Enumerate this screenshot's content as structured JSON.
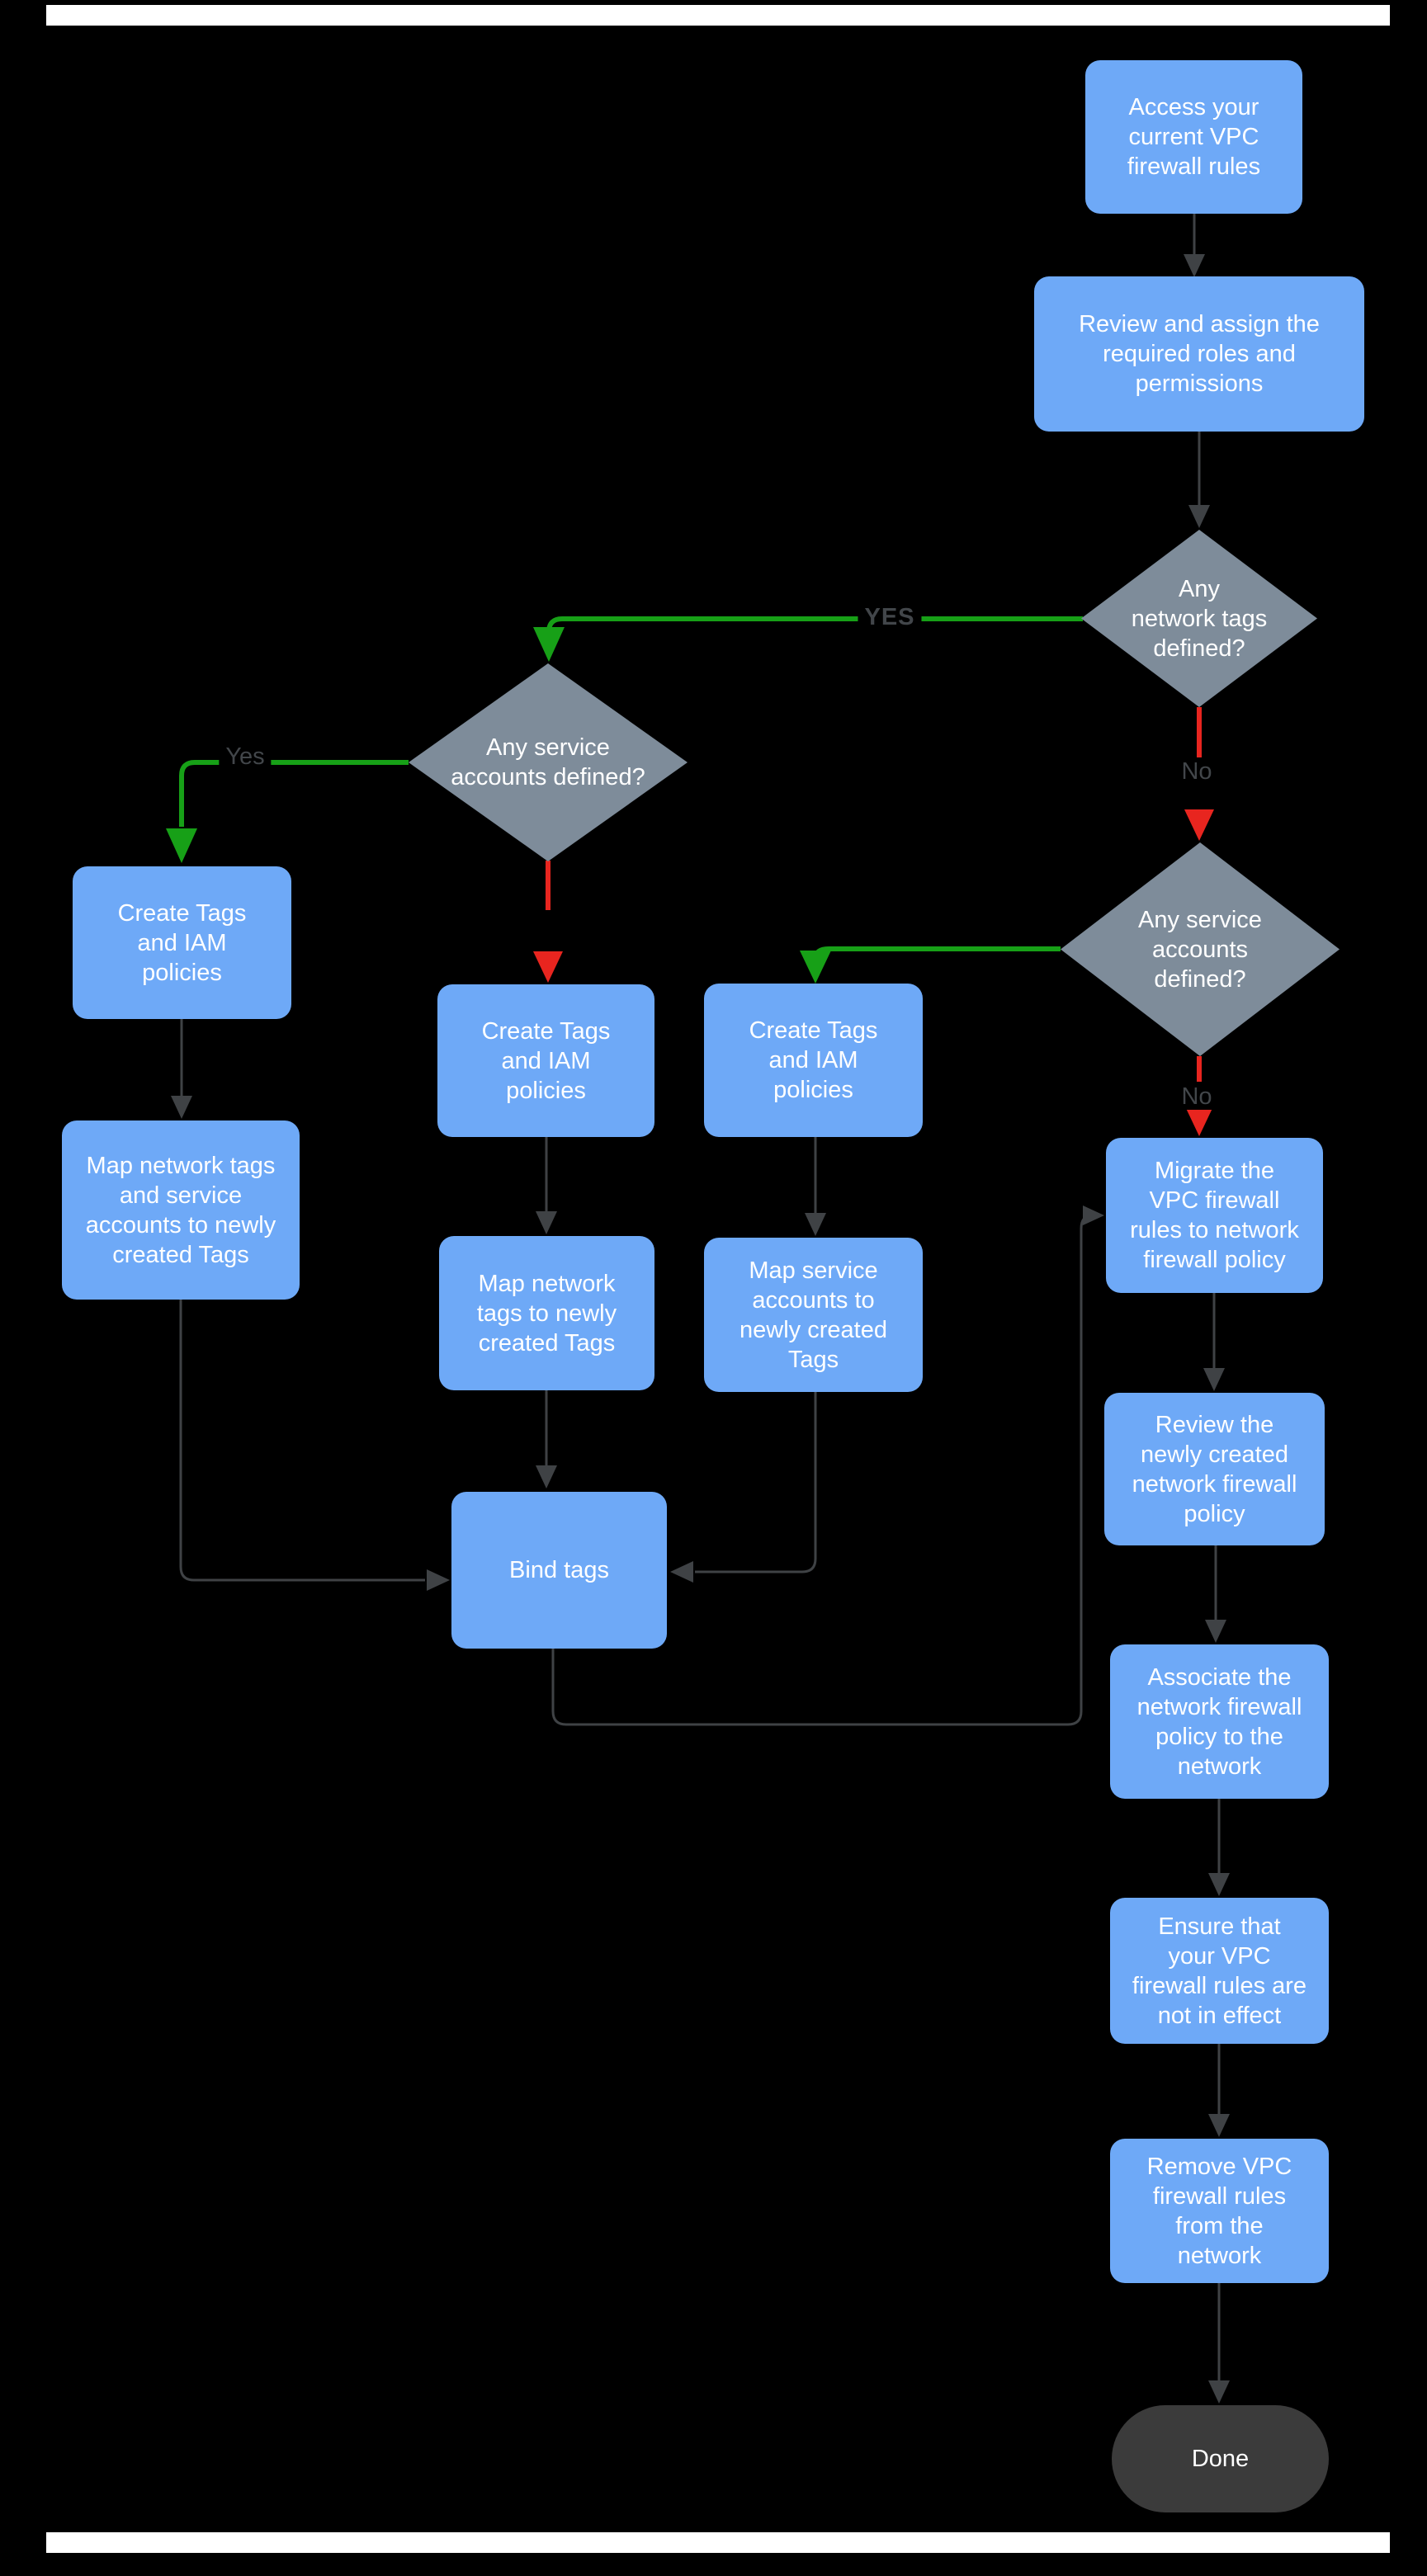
{
  "diagram": {
    "nodes": {
      "access": {
        "type": "process",
        "label": "Access your\ncurrent VPC\nfirewall rules"
      },
      "review_roles": {
        "type": "process",
        "label": "Review and assign the\nrequired roles and\npermissions"
      },
      "network_tags_defined": {
        "type": "decision",
        "label": "Any\nnetwork tags\ndefined?"
      },
      "service_accounts_defined_left": {
        "type": "decision",
        "label": "Any service\naccounts defined?"
      },
      "service_accounts_defined_right": {
        "type": "decision",
        "label": "Any service\naccounts\ndefined?"
      },
      "create_tags_left": {
        "type": "process",
        "label": "Create Tags\nand IAM\npolicies"
      },
      "map_both": {
        "type": "process",
        "label": "Map network tags\nand service\naccounts to newly\ncreated Tags"
      },
      "create_tags_mid": {
        "type": "process",
        "label": "Create Tags\nand IAM\npolicies"
      },
      "map_network_tags": {
        "type": "process",
        "label": "Map network\ntags to newly\ncreated Tags"
      },
      "create_tags_right": {
        "type": "process",
        "label": "Create Tags\nand IAM\npolicies"
      },
      "map_service_accounts": {
        "type": "process",
        "label": "Map service\naccounts  to\nnewly created\nTags"
      },
      "bind_tags": {
        "type": "process",
        "label": "Bind tags"
      },
      "migrate": {
        "type": "process",
        "label": "Migrate the\nVPC firewall\nrules to network\nfirewall policy"
      },
      "review_policy": {
        "type": "process",
        "label": "Review the\nnewly created\nnetwork firewall\npolicy"
      },
      "associate": {
        "type": "process",
        "label": "Associate the\nnetwork firewall\npolicy to the\nnetwork"
      },
      "ensure": {
        "type": "process",
        "label": "Ensure that\nyour VPC\nfirewall rules are\nnot in effect"
      },
      "remove": {
        "type": "process",
        "label": "Remove  VPC\nfirewall rules\nfrom the\nnetwork"
      },
      "done": {
        "type": "terminator",
        "label": "Done"
      }
    },
    "edge_labels": {
      "yes_network_tags": "YES",
      "yes_service_accounts": "Yes",
      "no_network_tags": "No",
      "no_service_accounts": "No"
    },
    "colors": {
      "process_fill": "#6EA9F7",
      "decision_fill": "#7E8C9A",
      "terminator_fill": "#3B3B3B",
      "node_text": "#FFFFFF",
      "edge_yes": "#17A017",
      "edge_no": "#E8251F",
      "edge_neutral": "#3F4245",
      "edge_label_text": "#42464A",
      "background": "#000000",
      "page_strip": "#FFFFFF"
    }
  }
}
